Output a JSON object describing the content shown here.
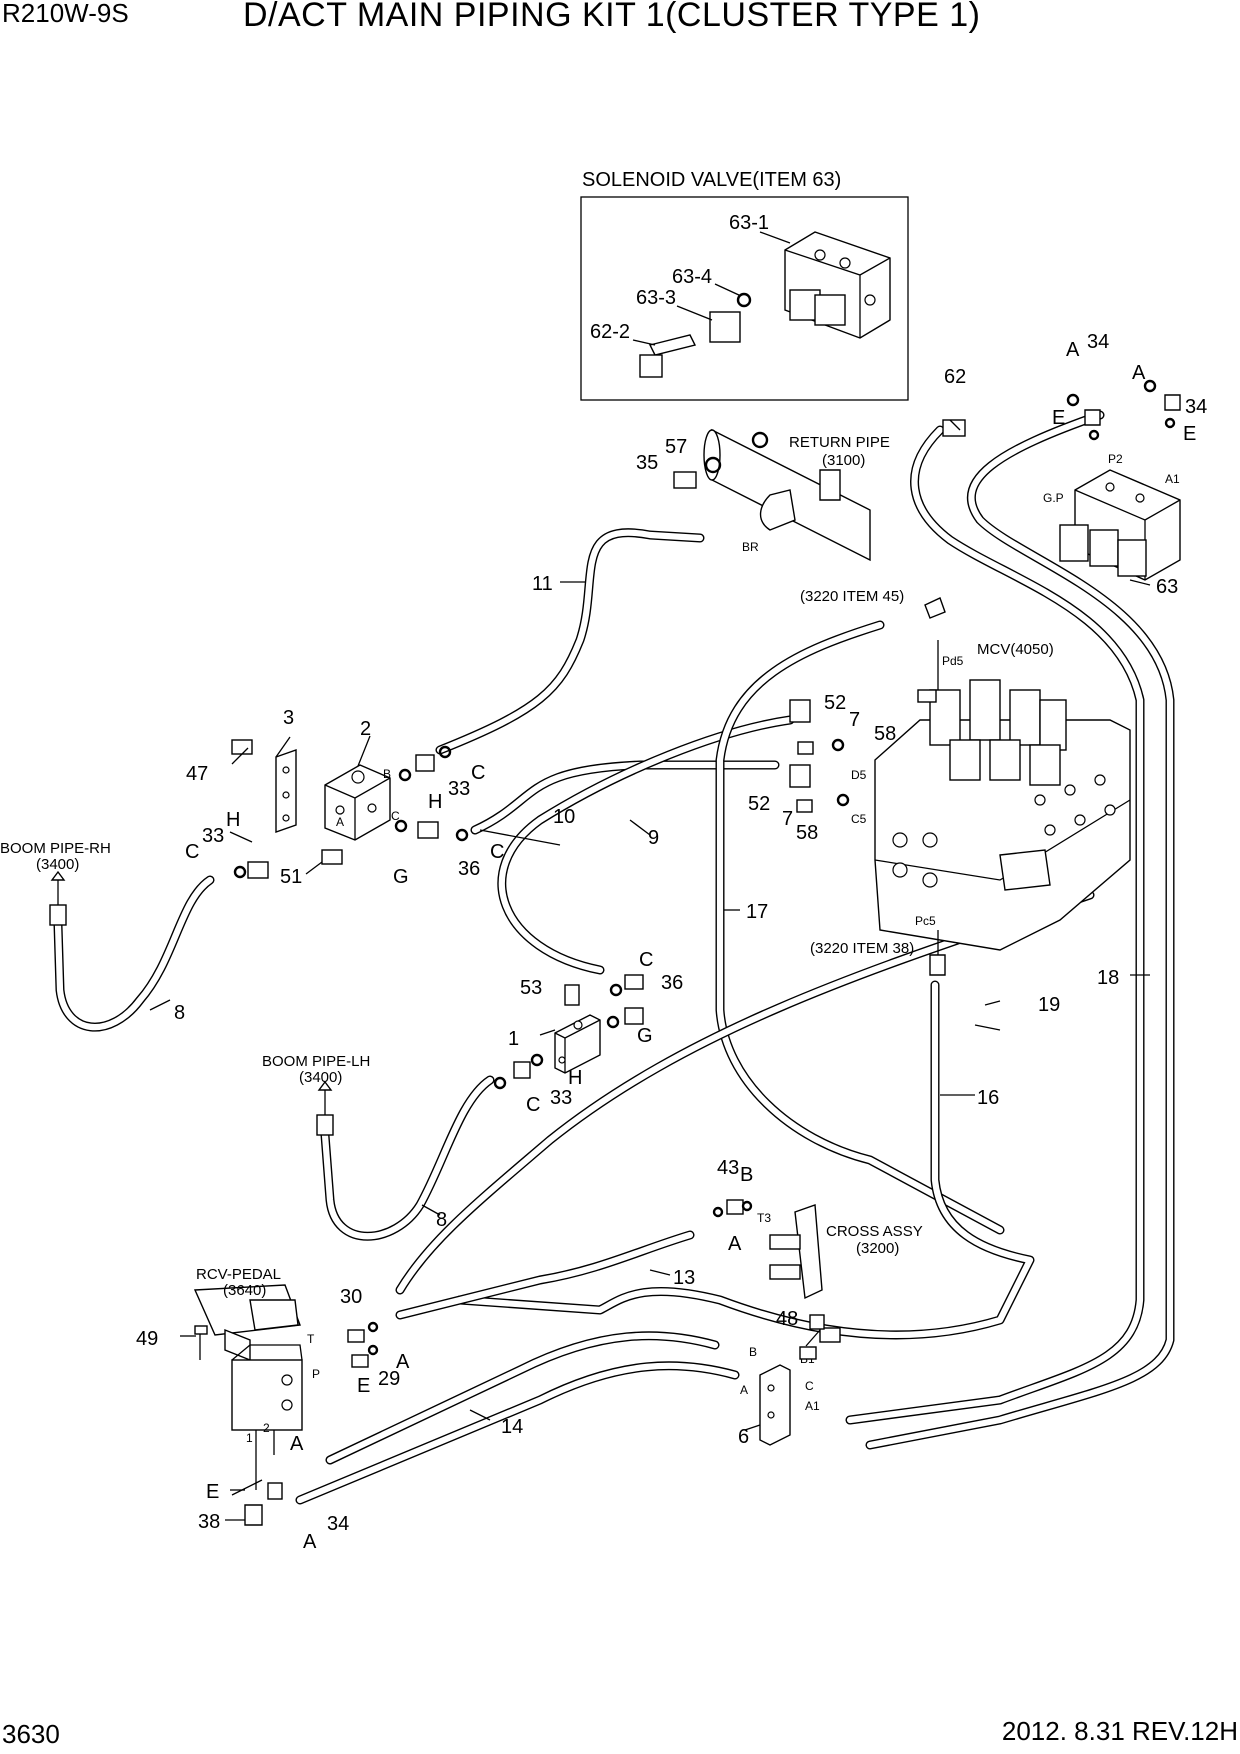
{
  "header": {
    "model": "R210W-9S",
    "title": "D/ACT MAIN PIPING KIT 1(CLUSTER TYPE 1)",
    "page_number": "3630",
    "revision": "2012. 8.31  REV.12H"
  },
  "inset": {
    "title": "SOLENOID VALVE(ITEM 63)",
    "callouts": [
      "63-1",
      "63-4",
      "63-3",
      "62-2"
    ]
  },
  "references": {
    "return_pipe": "RETURN PIPE",
    "return_pipe_ref": "(3100)",
    "boom_pipe_rh": "BOOM PIPE-RH",
    "boom_pipe_rh_ref": "(3400)",
    "boom_pipe_lh": "BOOM PIPE-LH",
    "boom_pipe_lh_ref": "(3400)",
    "mcv": "MCV(4050)",
    "item45": "(3220 ITEM 45)",
    "item38": "(3220 ITEM 38)",
    "rcv_pedal": "RCV-PEDAL",
    "rcv_pedal_ref": "(3640)",
    "cross_assy": "CROSS ASSY",
    "cross_assy_ref": "(3200)"
  },
  "ports": {
    "br": "BR",
    "pd5": "Pd5",
    "d5": "D5",
    "c5": "C5",
    "pc5": "Pc5",
    "p2": "P2",
    "gp": "G.P",
    "a1_sol": "A1",
    "t3": "T3",
    "b": "B",
    "a": "A",
    "b1": "B1",
    "c": "C",
    "a1": "A1",
    "t": "T",
    "p": "P",
    "one": "1",
    "two": "2",
    "blk_a": "A",
    "blk_b": "B",
    "blk_c": "C"
  },
  "callouts": {
    "n1": "1",
    "n2": "2",
    "n3": "3",
    "n6": "6",
    "n7a": "7",
    "n7b": "7",
    "n8a": "8",
    "n8b": "8",
    "n9": "9",
    "n10": "10",
    "n11": "11",
    "n13": "13",
    "n14": "14",
    "n16": "16",
    "n17": "17",
    "n18": "18",
    "n19": "19",
    "n29": "29",
    "n30": "30",
    "n33a": "33",
    "n33b": "33",
    "n33c": "33",
    "n34a": "34",
    "n34b": "34",
    "n34c": "34",
    "n35": "35",
    "n36a": "36",
    "n36b": "36",
    "n38": "38",
    "n43": "43",
    "n47": "47",
    "n48": "48",
    "n49": "49",
    "n51": "51",
    "n52a": "52",
    "n52b": "52",
    "n53": "53",
    "n57": "57",
    "n58a": "58",
    "n58b": "58",
    "n62": "62",
    "n63": "63"
  },
  "letters": {
    "a1": "A",
    "a2": "A",
    "a3": "A",
    "a4": "A",
    "a5": "A",
    "a6": "A",
    "b1": "B",
    "c1": "C",
    "c2": "C",
    "c3": "C",
    "c4": "C",
    "c5": "C",
    "c6": "C",
    "e1": "E",
    "e2": "E",
    "e3": "E",
    "e4": "E",
    "g1": "G",
    "g2": "G",
    "h1": "H",
    "h2": "H",
    "h3": "H"
  }
}
